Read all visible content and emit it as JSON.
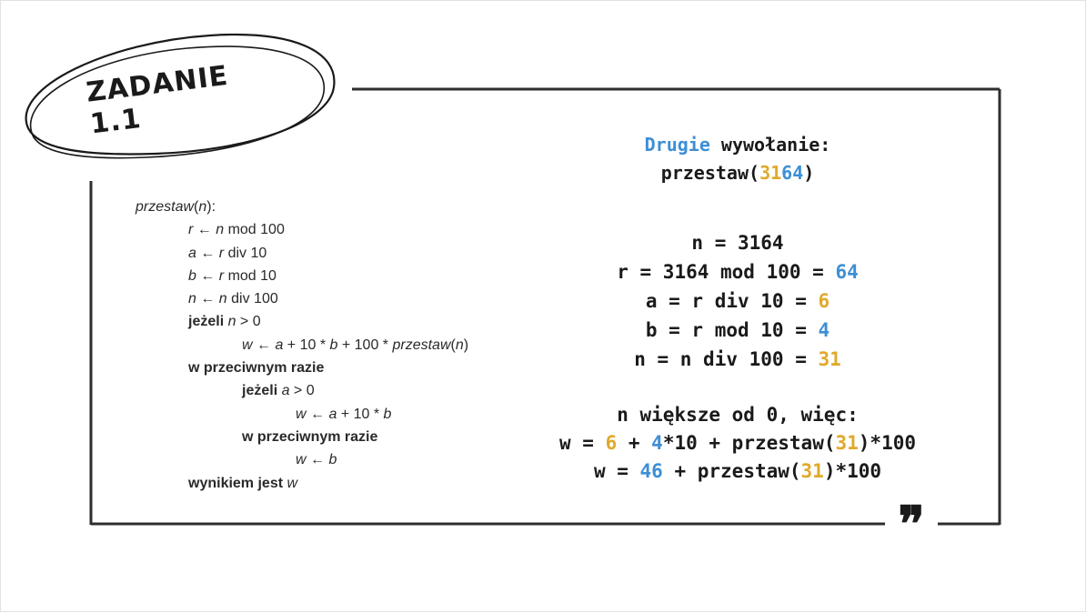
{
  "title": "ZADANIE 1.1",
  "quote_mark": "❞",
  "pseudocode": [
    [
      {
        "t": "przestaw",
        "s": "i"
      },
      {
        "t": "(",
        "s": ""
      },
      {
        "t": "n",
        "s": "i"
      },
      {
        "t": "):",
        "s": ""
      }
    ],
    [
      {
        "t": "r",
        "s": "i"
      },
      {
        "t": " ← ",
        "s": ""
      },
      {
        "t": "n",
        "s": "i"
      },
      {
        "t": " mod 100",
        "s": ""
      }
    ],
    [
      {
        "t": "a",
        "s": "i"
      },
      {
        "t": " ← ",
        "s": ""
      },
      {
        "t": "r",
        "s": "i"
      },
      {
        "t": " div 10",
        "s": ""
      }
    ],
    [
      {
        "t": "b",
        "s": "i"
      },
      {
        "t": " ← ",
        "s": ""
      },
      {
        "t": "r",
        "s": "i"
      },
      {
        "t": " mod 10",
        "s": ""
      }
    ],
    [
      {
        "t": "n",
        "s": "i"
      },
      {
        "t": " ← ",
        "s": ""
      },
      {
        "t": "n",
        "s": "i"
      },
      {
        "t": " div 100",
        "s": ""
      }
    ],
    [
      {
        "t": "jeżeli ",
        "s": "b"
      },
      {
        "t": "n",
        "s": "i"
      },
      {
        "t": " > 0",
        "s": ""
      }
    ],
    [
      {
        "t": "w",
        "s": "i"
      },
      {
        "t": " ← ",
        "s": ""
      },
      {
        "t": "a",
        "s": "i"
      },
      {
        "t": " + 10 * ",
        "s": ""
      },
      {
        "t": "b",
        "s": "i"
      },
      {
        "t": " + 100 * ",
        "s": ""
      },
      {
        "t": "przestaw",
        "s": "i"
      },
      {
        "t": "(",
        "s": ""
      },
      {
        "t": "n",
        "s": "i"
      },
      {
        "t": ")",
        "s": ""
      }
    ],
    [
      {
        "t": "w przeciwnym razie",
        "s": "b"
      }
    ],
    [
      {
        "t": "jeżeli ",
        "s": "b"
      },
      {
        "t": "a",
        "s": "i"
      },
      {
        "t": " > 0",
        "s": ""
      }
    ],
    [
      {
        "t": "w",
        "s": "i"
      },
      {
        "t": " ← ",
        "s": ""
      },
      {
        "t": "a",
        "s": "i"
      },
      {
        "t": " + 10 * ",
        "s": ""
      },
      {
        "t": "b",
        "s": "i"
      }
    ],
    [
      {
        "t": "w przeciwnym razie",
        "s": "b"
      }
    ],
    [
      {
        "t": "w",
        "s": "i"
      },
      {
        "t": " ← ",
        "s": ""
      },
      {
        "t": "b",
        "s": "i"
      }
    ],
    [
      {
        "t": "wynikiem jest ",
        "s": "b"
      },
      {
        "t": "w",
        "s": "i"
      }
    ]
  ],
  "pseudocode_indent": [
    0,
    1,
    1,
    1,
    1,
    1,
    2,
    1,
    2,
    3,
    2,
    3,
    1
  ],
  "colors": {
    "blue": "#3d8fd6",
    "gold": "#e0a92b",
    "ink": "#1a1a1a"
  },
  "header": [
    [
      {
        "t": "Drugie",
        "c": "blue"
      },
      {
        "t": " wywołanie:",
        "c": ""
      }
    ],
    [
      {
        "t": "przestaw(",
        "c": ""
      },
      {
        "t": "31",
        "c": "gold"
      },
      {
        "t": "64",
        "c": "blue"
      },
      {
        "t": ")",
        "c": ""
      }
    ]
  ],
  "calculations": [
    [
      {
        "t": "n = 3164",
        "c": ""
      }
    ],
    [
      {
        "t": "r = 3164 mod 100 = ",
        "c": ""
      },
      {
        "t": "64",
        "c": "blue"
      }
    ],
    [
      {
        "t": "a = r div 10 = ",
        "c": ""
      },
      {
        "t": "6",
        "c": "gold"
      }
    ],
    [
      {
        "t": "b = r mod 10 = ",
        "c": ""
      },
      {
        "t": "4",
        "c": "blue"
      }
    ],
    [
      {
        "t": "n = n div 100 = ",
        "c": ""
      },
      {
        "t": "31",
        "c": "gold"
      }
    ]
  ],
  "conclusion": [
    [
      {
        "t": "n większe od 0, więc:",
        "c": ""
      }
    ],
    [
      {
        "t": "w = ",
        "c": ""
      },
      {
        "t": "6",
        "c": "gold"
      },
      {
        "t": " + ",
        "c": ""
      },
      {
        "t": "4",
        "c": "blue"
      },
      {
        "t": "*10 + przestaw(",
        "c": ""
      },
      {
        "t": "31",
        "c": "gold"
      },
      {
        "t": ")*100",
        "c": ""
      }
    ],
    [
      {
        "t": "w = ",
        "c": ""
      },
      {
        "t": "46",
        "c": "blue"
      },
      {
        "t": " + przestaw(",
        "c": ""
      },
      {
        "t": "31",
        "c": "gold"
      },
      {
        "t": ")*100",
        "c": ""
      }
    ]
  ]
}
